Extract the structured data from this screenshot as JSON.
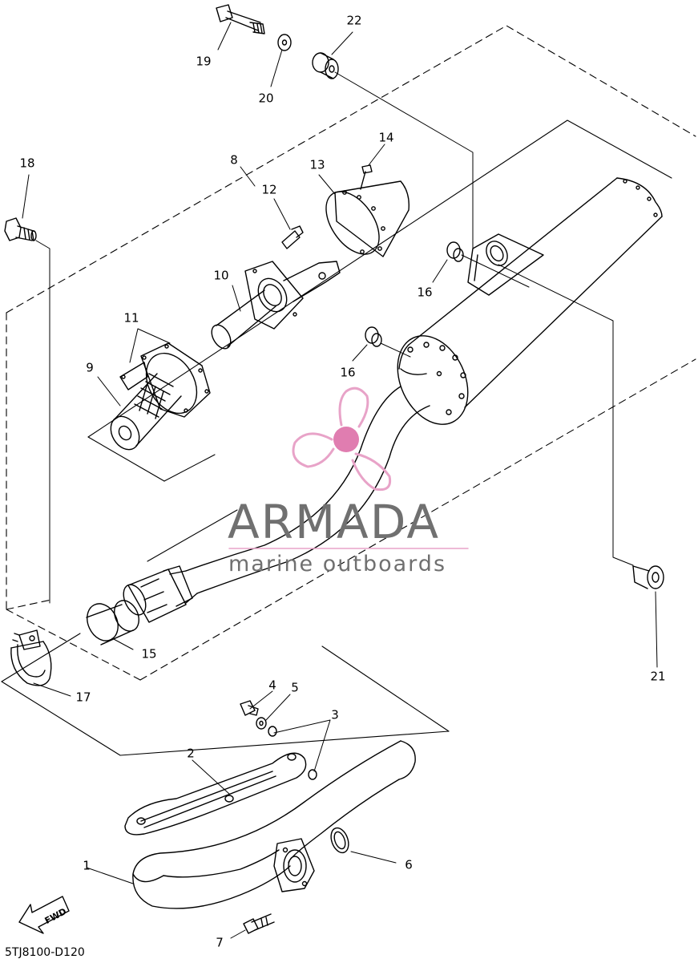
{
  "diagram": {
    "drawing_code": "5TJ8100-D120",
    "fwd_label": "FWD",
    "callouts": [
      "1",
      "2",
      "3",
      "4",
      "5",
      "6",
      "7",
      "8",
      "9",
      "10",
      "11",
      "12",
      "13",
      "14",
      "15",
      "16",
      "16",
      "17",
      "18",
      "19",
      "20",
      "21",
      "22"
    ]
  },
  "watermark": {
    "brand_name": "ARMADA",
    "tagline": "marine outboards",
    "colors": {
      "text": "#707070",
      "logo": "#e8a3c8",
      "logo_dark": "#e07db0",
      "rule": "#e8a3c8"
    }
  },
  "colors": {
    "line": "#000000",
    "background": "#ffffff"
  }
}
